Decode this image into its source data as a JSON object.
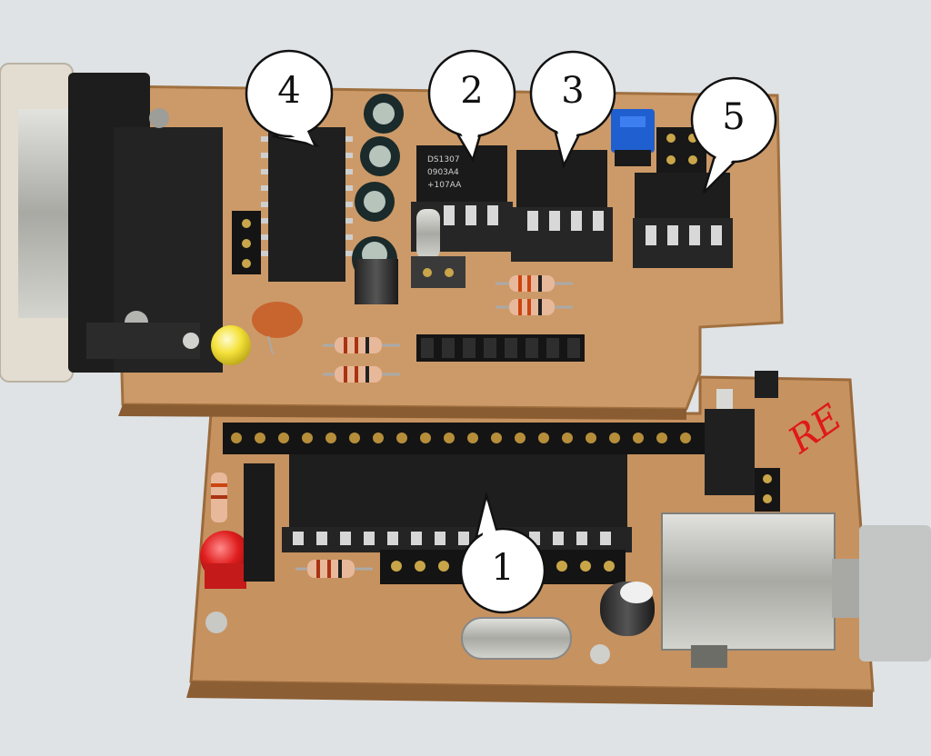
{
  "callouts": [
    {
      "id": "1",
      "label": "1"
    },
    {
      "id": "2",
      "label": "2"
    },
    {
      "id": "3",
      "label": "3"
    },
    {
      "id": "4",
      "label": "4"
    },
    {
      "id": "5",
      "label": "5"
    }
  ],
  "chip_marking": {
    "line1": "DS1307",
    "line2": "0903A4",
    "line3": "+107AA"
  },
  "board_signature": "RE",
  "colors": {
    "background": "#dfe3e6",
    "pcb": "#c99562",
    "pcb_dark": "#a8713f",
    "ic_body": "#1c1c1c",
    "led_red": "#d91c1c",
    "led_yellow": "#f2e02a",
    "jumper_blue": "#1f5fd0",
    "connector_beige": "#e6e0d4",
    "metal": "#b9b9b4"
  }
}
